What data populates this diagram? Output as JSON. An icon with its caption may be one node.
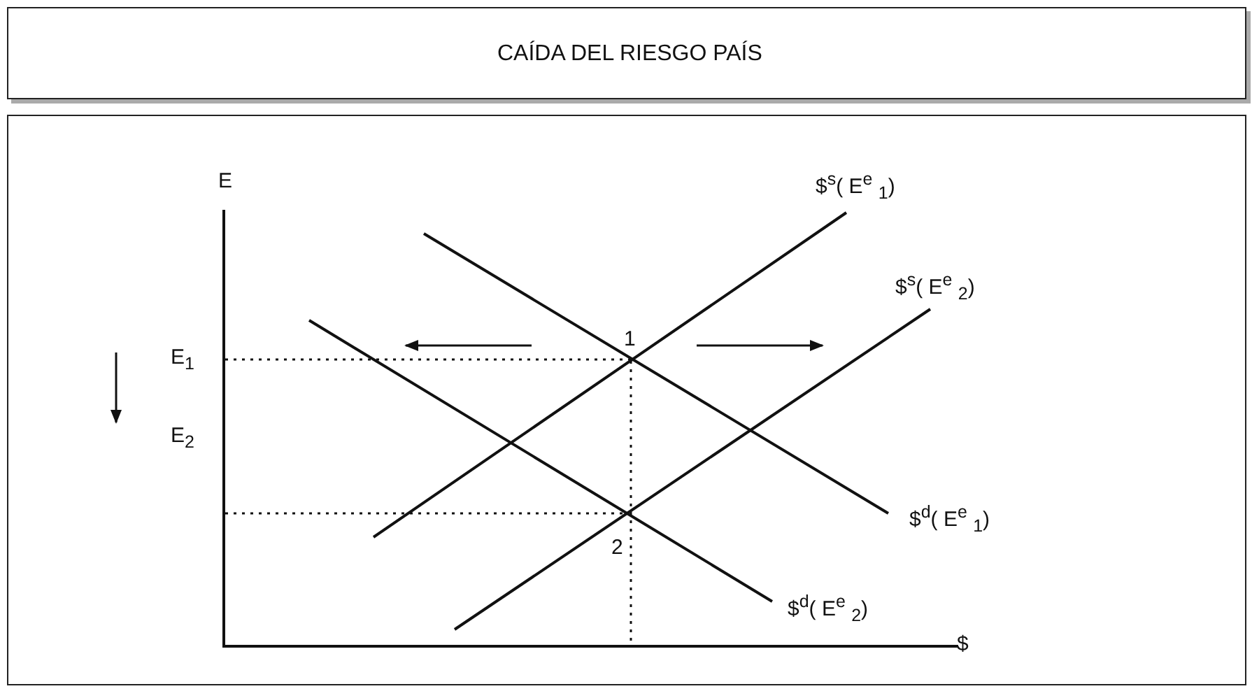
{
  "diagram": {
    "title": "CAÍDA DEL RIESGO PAÍS",
    "labels": [
      "E",
      "$$^{s}$( E$^{e}$ $_{1}$)",
      "$$^{s}$( E$^{e}$ $_{2}$)",
      "1",
      "E$_{1}$",
      "E$_{2}$",
      "$$^{d}$( E$^{e}$ $_{1}$)",
      "2",
      "$$^{d}$( E$^{e}$ $_{2}$)",
      "$"
    ]
  }
}
